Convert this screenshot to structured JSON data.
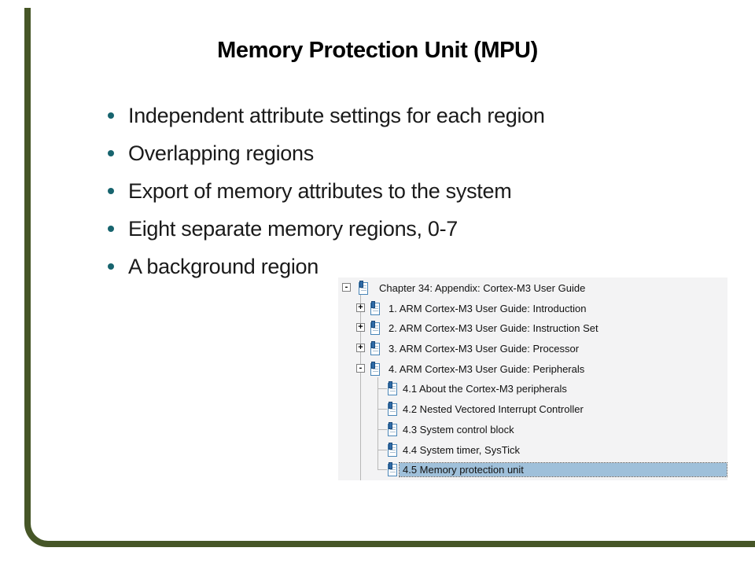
{
  "slide": {
    "title": "Memory Protection Unit (MPU)",
    "bullets": [
      "Independent attribute settings for each region",
      "Overlapping regions",
      "Export of memory attributes to the system",
      "Eight separate memory regions, 0-7",
      "A background region"
    ],
    "colors": {
      "bullet_marker": "#17646E",
      "frame_border": "#465627",
      "body_text": "#1A1A1A"
    }
  },
  "tree": {
    "panel_bg": "#F3F3F4",
    "selection_bg": "#9FC0DA",
    "items": [
      {
        "label": "Chapter 34: Appendix: Cortex-M3 User Guide",
        "level": 0,
        "toggle": "-",
        "selected": false
      },
      {
        "label": "1. ARM Cortex-M3 User Guide: Introduction",
        "level": 1,
        "toggle": "+",
        "selected": false
      },
      {
        "label": "2. ARM Cortex-M3 User Guide: Instruction Set",
        "level": 1,
        "toggle": "+",
        "selected": false
      },
      {
        "label": "3. ARM Cortex-M3 User Guide: Processor",
        "level": 1,
        "toggle": "+",
        "selected": false
      },
      {
        "label": "4. ARM Cortex-M3 User Guide: Peripherals",
        "level": 1,
        "toggle": "-",
        "selected": false
      },
      {
        "label": "4.1 About the Cortex-M3 peripherals",
        "level": 2,
        "toggle": "",
        "selected": false
      },
      {
        "label": "4.2 Nested Vectored Interrupt Controller",
        "level": 2,
        "toggle": "",
        "selected": false
      },
      {
        "label": "4.3 System control block",
        "level": 2,
        "toggle": "",
        "selected": false
      },
      {
        "label": "4.4 System timer, SysTick",
        "level": 2,
        "toggle": "",
        "selected": false
      },
      {
        "label": "4.5 Memory protection unit",
        "level": 2,
        "toggle": "",
        "selected": true
      }
    ]
  }
}
